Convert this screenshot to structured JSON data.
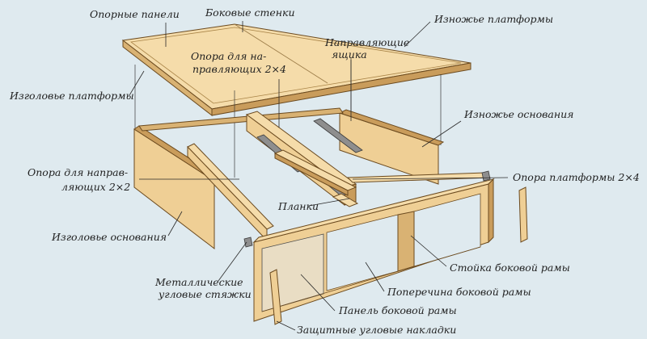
{
  "labels": {
    "support_panels": "Опорные панели",
    "side_walls": "Боковые стенки",
    "platform_foot": "Изножье платформы",
    "drawer_guides_line1": "Направляющие",
    "drawer_guides_line2": "ящика",
    "guide_support_top_line1": "Опора для на-",
    "guide_support_top_line2": "правляющих 2×4",
    "platform_head": "Изголовье платформы",
    "base_foot": "Изножье основания",
    "guide_support_left_line1": "Опора для направ-",
    "guide_support_left_line2": "ляющих 2×2",
    "platform_support": "Опора платформы 2×4",
    "slats": "Планки",
    "base_head": "Изголовье основания",
    "side_frame_post": "Стойка боковой рамы",
    "metal_corner_line1": "Металлические",
    "metal_corner_line2": "угловые стяжки",
    "side_frame_crossbar": "Поперечина боковой рамы",
    "side_frame_panel": "Панель боковой рамы",
    "corner_guards": "Защитные угловые накладки"
  },
  "colors": {
    "background": "#dfeaef",
    "wood_light": "#f5dcaa",
    "wood": "#efcf95",
    "wood_shadow": "#c99c5b",
    "text": "#1f1f1f"
  }
}
